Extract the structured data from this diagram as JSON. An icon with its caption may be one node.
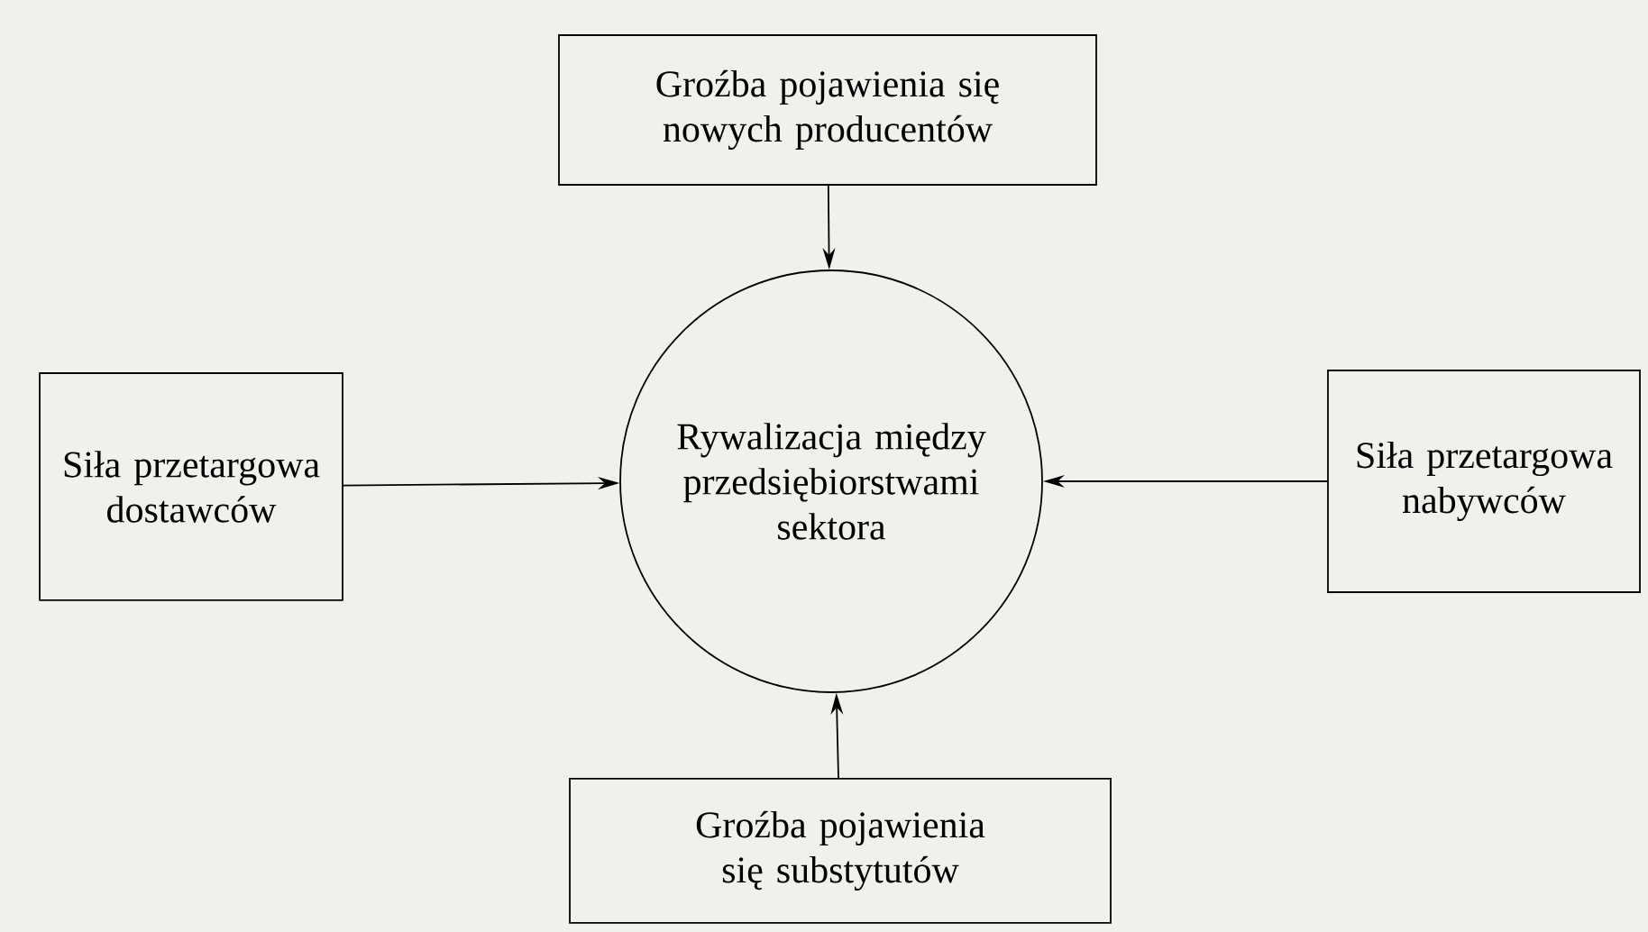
{
  "diagram": {
    "nodes": [
      {
        "text": [
          "Groźba pojawienia się nowych producentów"
        ]
      },
      {
        "text": [
          "Rywalizacja między przedsiębiorstwami sektora"
        ]
      },
      {
        "text": [
          "Siła przetargowa dostawców"
        ]
      },
      {
        "text": [
          "Siła przetargowa nabywców"
        ]
      },
      {
        "text": [
          "Groźba pojawienia się substytutów"
        ]
      }
    ],
    "edges": [
      {
        "from": 0,
        "to": 1,
        "arrow": "to"
      },
      {
        "from": 2,
        "to": 1,
        "arrow": "to"
      },
      {
        "from": 3,
        "to": 1,
        "arrow": "to"
      },
      {
        "from": 4,
        "to": 1,
        "arrow": "to"
      }
    ]
  }
}
